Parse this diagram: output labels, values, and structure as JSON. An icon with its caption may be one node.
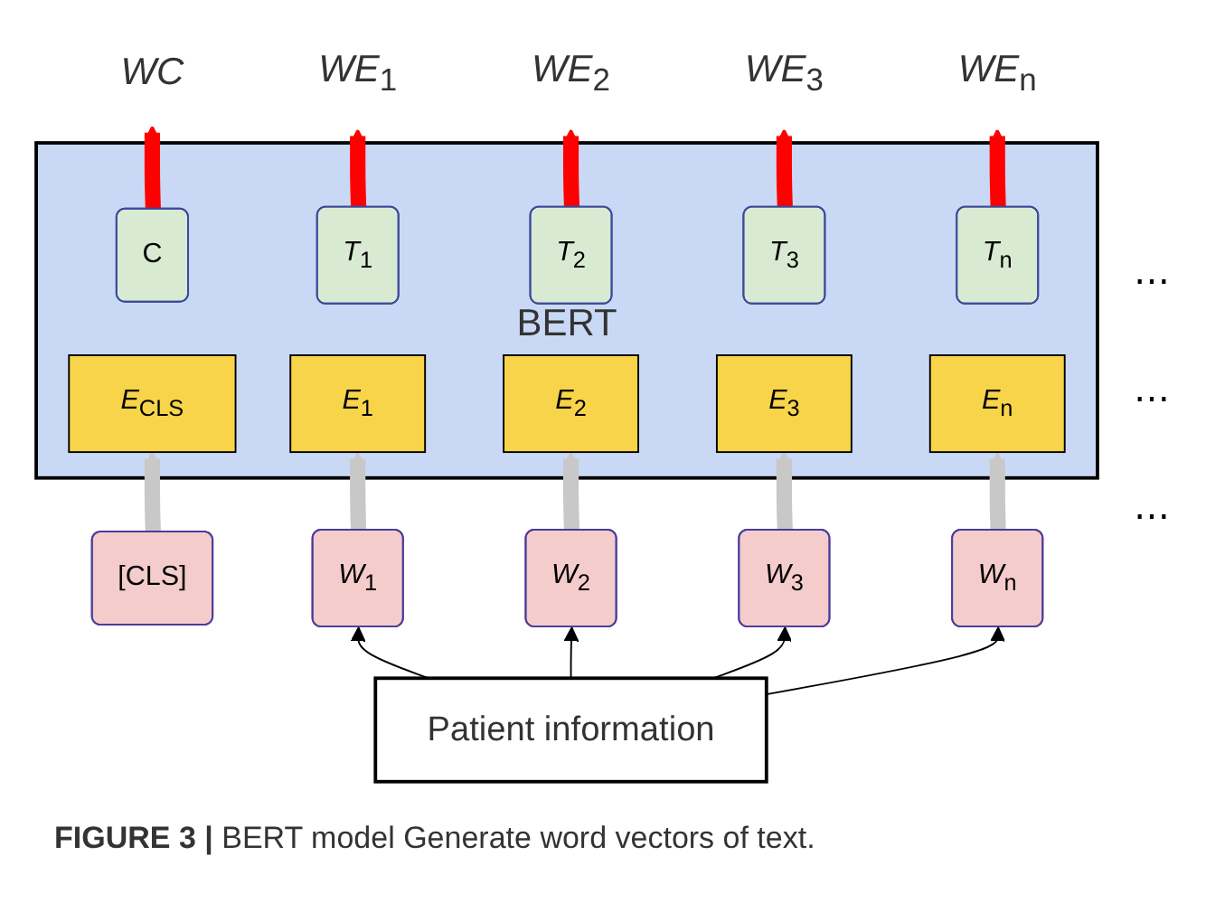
{
  "diagram": {
    "caption": "**FIGURE 3 |** BERT model Generate word vectors of text.",
    "nodes": [
      {
        "text": [
          "BERT"
        ]
      },
      {
        "text": [
          "C"
        ],
        "in": 0
      },
      {
        "text": [
          "*T*$_{1}$"
        ],
        "in": 0
      },
      {
        "text": [
          "*T*$_{2}$"
        ],
        "in": 0
      },
      {
        "text": [
          "*T*$_{3}$"
        ],
        "in": 0
      },
      {
        "text": [
          "*T*$_{n}$"
        ],
        "in": 0
      },
      {
        "text": [
          "*E*$_{CLS}$"
        ],
        "in": 0
      },
      {
        "text": [
          "*E*$_{1}$"
        ],
        "in": 0
      },
      {
        "text": [
          "*E*$_{2}$"
        ],
        "in": 0
      },
      {
        "text": [
          "*E*$_{3}$"
        ],
        "in": 0
      },
      {
        "text": [
          "*E*$_{n}$"
        ],
        "in": 0
      },
      {
        "text": [
          "*WC*"
        ]
      },
      {
        "text": [
          "*WE*$_{1}$"
        ]
      },
      {
        "text": [
          "*WE*$_{2}$"
        ]
      },
      {
        "text": [
          "*WE*$_{3}$"
        ]
      },
      {
        "text": [
          "*WE*$_{n}$"
        ]
      },
      {
        "text": [
          "[CLS]"
        ]
      },
      {
        "text": [
          "*W*$_{1}$"
        ]
      },
      {
        "text": [
          "*W*$_{2}$"
        ]
      },
      {
        "text": [
          "*W*$_{3}$"
        ]
      },
      {
        "text": [
          "*W*$_{n}$"
        ]
      },
      {
        "text": [
          "Patient information"
        ]
      }
    ],
    "edges": [
      {
        "from": 1,
        "to": 11,
        "arrow": "to",
        "color": "#ff0000"
      },
      {
        "from": 2,
        "to": 12,
        "arrow": "to",
        "color": "#ff0000"
      },
      {
        "from": 3,
        "to": 13,
        "arrow": "to",
        "color": "#ff0000"
      },
      {
        "from": 4,
        "to": 14,
        "arrow": "to",
        "color": "#ff0000"
      },
      {
        "from": 5,
        "to": 15,
        "arrow": "to",
        "color": "#ff0000"
      },
      {
        "from": 16,
        "to": 6,
        "arrow": "to",
        "color": "#c8c8c8"
      },
      {
        "from": 17,
        "to": 7,
        "arrow": "to",
        "color": "#c8c8c8"
      },
      {
        "from": 18,
        "to": 8,
        "arrow": "to",
        "color": "#c8c8c8"
      },
      {
        "from": 19,
        "to": 9,
        "arrow": "to",
        "color": "#c8c8c8"
      },
      {
        "from": 20,
        "to": 10,
        "arrow": "to",
        "color": "#c8c8c8"
      },
      {
        "from": 21,
        "to": 17,
        "arrow": "to",
        "color": "#000000"
      },
      {
        "from": 21,
        "to": 18,
        "arrow": "to",
        "color": "#000000"
      },
      {
        "from": 21,
        "to": 19,
        "arrow": "to",
        "color": "#000000"
      },
      {
        "from": 21,
        "to": 20,
        "arrow": "to",
        "color": "#000000"
      }
    ],
    "labels": [
      "⋯",
      "⋯",
      "⋯"
    ]
  }
}
